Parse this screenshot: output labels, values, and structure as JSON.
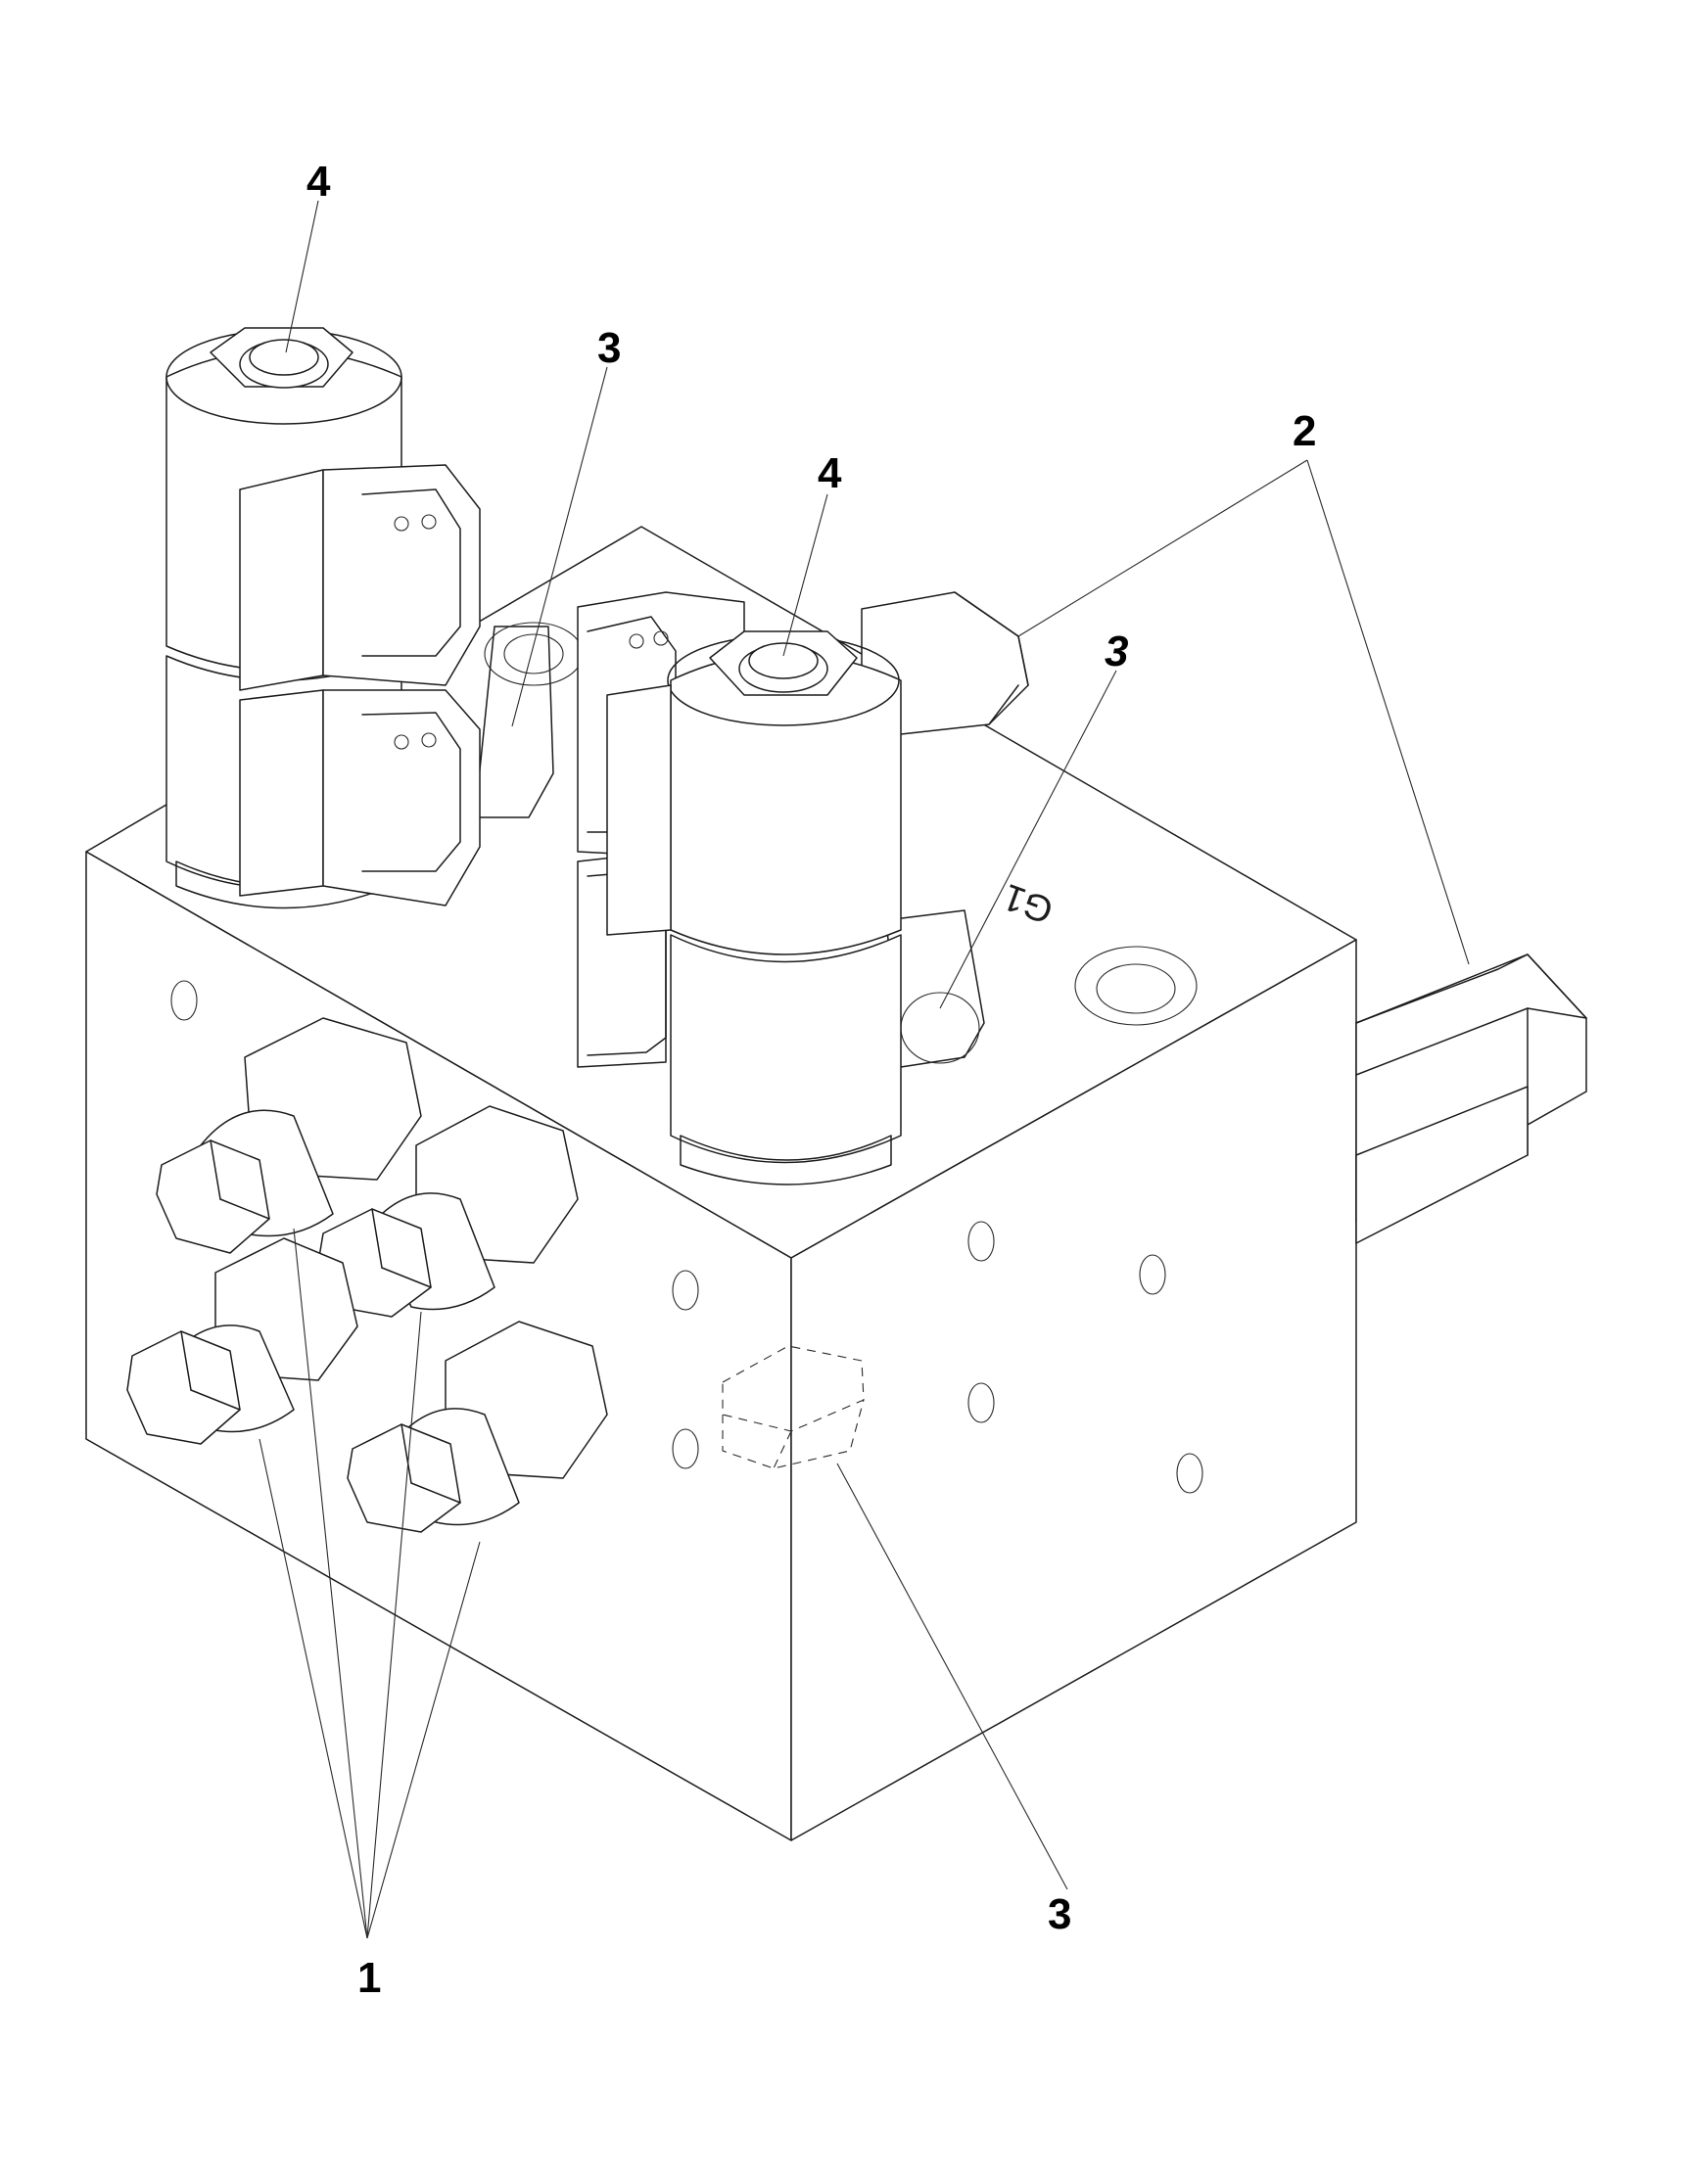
{
  "callouts": {
    "solenoid_coil_left": "4",
    "solenoid_coil_right": "4",
    "valve_cartridge_left": "3",
    "valve_cartridge_right": "3",
    "valve_cartridge_hidden": "3",
    "fittings_right_side": "2",
    "fittings_front": "1"
  },
  "port_marking": "G1"
}
